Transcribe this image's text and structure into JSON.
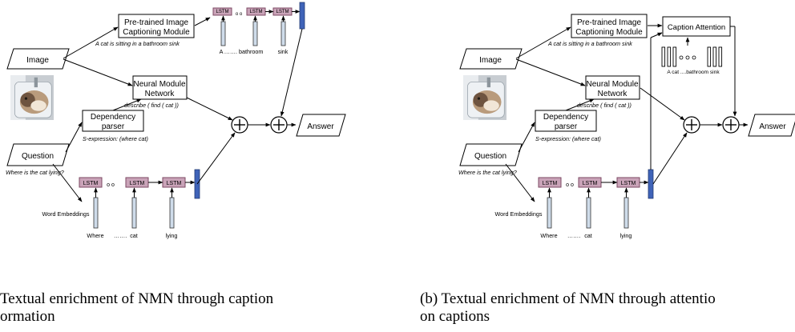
{
  "panel_a": {
    "image_label": "Image",
    "question_label": "Question",
    "question_text": "Where is the cat lying?",
    "captioning_module": [
      "Pre-trained Image",
      "Captioning Module"
    ],
    "caption_text": "A cat is sitting in a bathroom sink",
    "nmn": [
      "Neural Module",
      "Network"
    ],
    "nmn_program": "describe ( find ( cat ))",
    "parser": [
      "Dependency",
      "parser"
    ],
    "s_expression": "S-expression: (where cat)",
    "word_embeddings": "Word Embeddings",
    "lstm": "LSTM",
    "dots": "o o",
    "answer": "Answer",
    "caption_words": [
      "A",
      "……. bathroom",
      "sink"
    ],
    "question_words": [
      "Where",
      "…….",
      "cat",
      "lying"
    ],
    "caption_line1": "Textual enrichment of NMN through caption",
    "caption_line2": "ormation"
  },
  "panel_b": {
    "image_label": "Image",
    "question_label": "Question",
    "question_text": "Where is the cat lying?",
    "captioning_module": [
      "Pre-trained Image",
      "Captioning Module"
    ],
    "caption_text": "A cat is sitting in a bathroom sink",
    "caption_attention": "Caption Attention",
    "attention_words": "A    cat ....bathroom   sink",
    "nmn": [
      "Neural Module",
      "Network"
    ],
    "nmn_program": "describe ( find ( cat ))",
    "parser": [
      "Dependency",
      "parser"
    ],
    "s_expression": "S-expression: (where cat)",
    "word_embeddings": "Word Embeddings",
    "lstm": "LSTM",
    "dots": "o o",
    "answer": "Answer",
    "question_words": [
      "Where",
      "…….",
      "cat",
      "lying"
    ],
    "caption_line1": "(b) Textual enrichment of NMN through attentio",
    "caption_line2": "on captions"
  },
  "colors": {
    "lstm_fill": "#c9a3b8",
    "lstm_border": "#7d4a63",
    "embedding_fill": "#cfdcea",
    "vector_fill": "#3f63b8",
    "stroke": "#000000"
  }
}
